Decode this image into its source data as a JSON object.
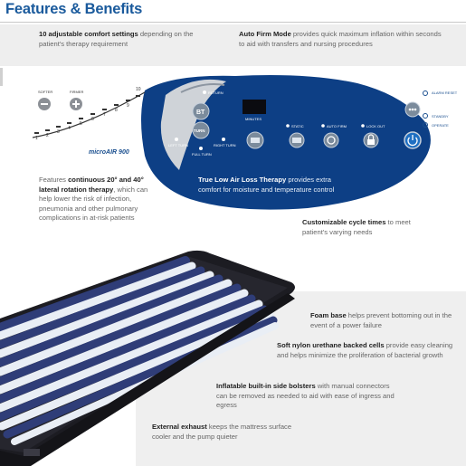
{
  "header": {
    "title": "Features & Benefits"
  },
  "features": {
    "comfort": {
      "bold": "10 adjustable comfort settings",
      "text": " depending on the patient's therapy requirement"
    },
    "auto_firm": {
      "bold": "Auto Firm Mode",
      "text": " provides quick maximum inflation within seconds to aid with transfers and nursing procedures"
    },
    "rotation": {
      "prefix": "Features ",
      "bold": "continuous 20° and 40° lateral rotation therapy",
      "text": ", which can help lower the risk of infection, pneumonia and other pulmonary complications in at-risk patients"
    },
    "low_air_loss": {
      "bold": "True Low Air Loss Therapy",
      "text": " provides extra comfort for moisture and temperature control"
    },
    "cycle_times": {
      "bold": "Customizable cycle times",
      "text": " to meet patient's varying needs"
    },
    "foam_base": {
      "bold": "Foam base",
      "text": " helps prevent bottoming out in the event of a power failure"
    },
    "nylon_cells": {
      "bold": "Soft nylon urethane backed cells",
      "text": " provide easy cleaning and helps minimize the proliferation of bacterial growth"
    },
    "bolsters": {
      "bold": "Inflatable built-in side bolsters",
      "text": " with manual connectors can be removed as needed to aid with ease of ingress and egress"
    },
    "exhaust": {
      "bold": "External exhaust",
      "text": " keeps the mattress surface cooler and the pump quieter"
    }
  },
  "remote": {
    "softer": "SOFTER",
    "firmer": "FIRMER",
    "scale": [
      "1",
      "2",
      "3",
      "4",
      "5",
      "6",
      "7",
      "8",
      "9",
      "10"
    ],
    "brand": "microAIR 900",
    "return": "RETURN",
    "bt": "BT",
    "turn": "TURN",
    "left_turn": "LEFT TURN",
    "right_turn": "RIGHT TURN",
    "full_turn": "FULL TURN",
    "minutes": "MINUTES",
    "static": "STATIC",
    "auto_firm": "AUTO FIRM",
    "lock_out": "LOCK OUT",
    "alarm_reset": "ALARM RESET",
    "standby": "STANDBY",
    "operate": "OPERATE"
  },
  "colors": {
    "title": "#1a5a9c",
    "panel": "#0d3f85",
    "cell_blue": "#2f3d78",
    "cell_white": "#e9eef5",
    "cover": "#1c1c22"
  }
}
